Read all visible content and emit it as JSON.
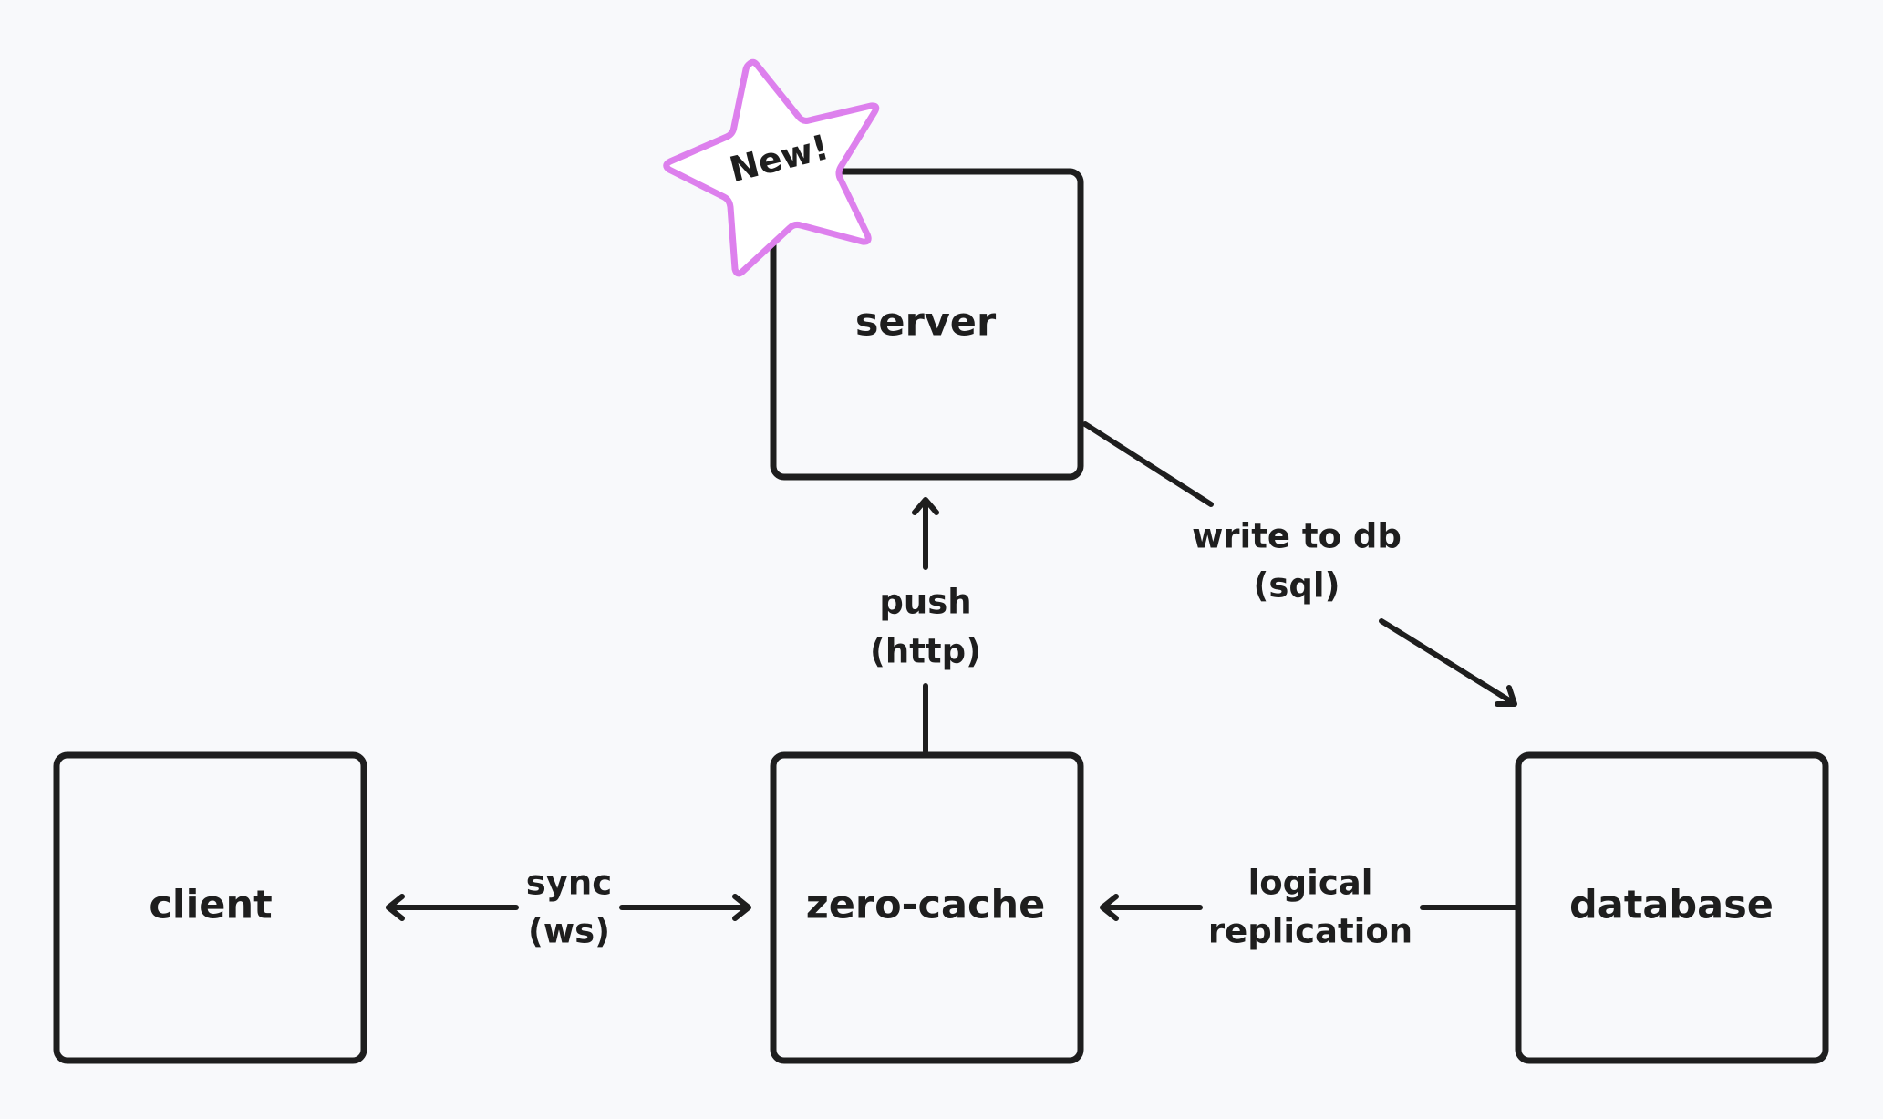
{
  "nodes": {
    "server": "server",
    "client": "client",
    "zero_cache": "zero-cache",
    "database": "database"
  },
  "edges": {
    "push": [
      "push",
      "(http)"
    ],
    "sync": [
      "sync",
      "(ws)"
    ],
    "replication": [
      "logical",
      "replication"
    ],
    "write": [
      "write to db",
      "(sql)"
    ]
  },
  "badge": {
    "text": "New!",
    "color": "#dd80ed",
    "icon": "star-icon"
  },
  "colors": {
    "background": "#f8f9fb",
    "ink": "#1e1e1e"
  }
}
